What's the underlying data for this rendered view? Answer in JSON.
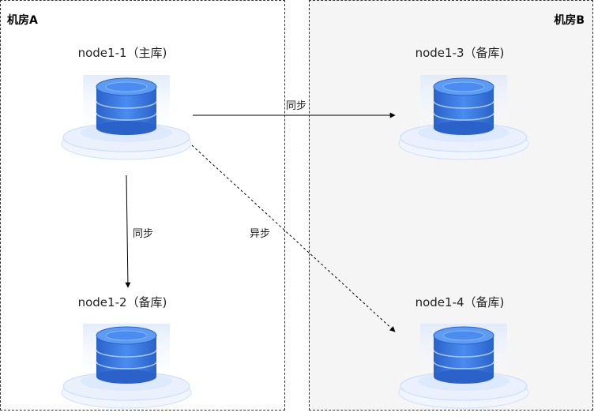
{
  "rooms": {
    "a": {
      "label": "机房A"
    },
    "b": {
      "label": "机房B"
    }
  },
  "nodes": {
    "n1": {
      "label": "node1-1（主库)"
    },
    "n2": {
      "label": "node1-2（备库)"
    },
    "n3": {
      "label": "node1-3（备库)"
    },
    "n4": {
      "label": "node1-4（备库)"
    }
  },
  "edges": {
    "n1_n3": {
      "label": "同步",
      "style": "solid"
    },
    "n1_n2": {
      "label": "同步",
      "style": "solid"
    },
    "n1_n4": {
      "label": "异步",
      "style": "dashed"
    }
  },
  "colors": {
    "db_dark": "#2d6fd6",
    "db_light": "#5a9af0",
    "platform": "#dbe8fb",
    "edge": "#000000"
  }
}
